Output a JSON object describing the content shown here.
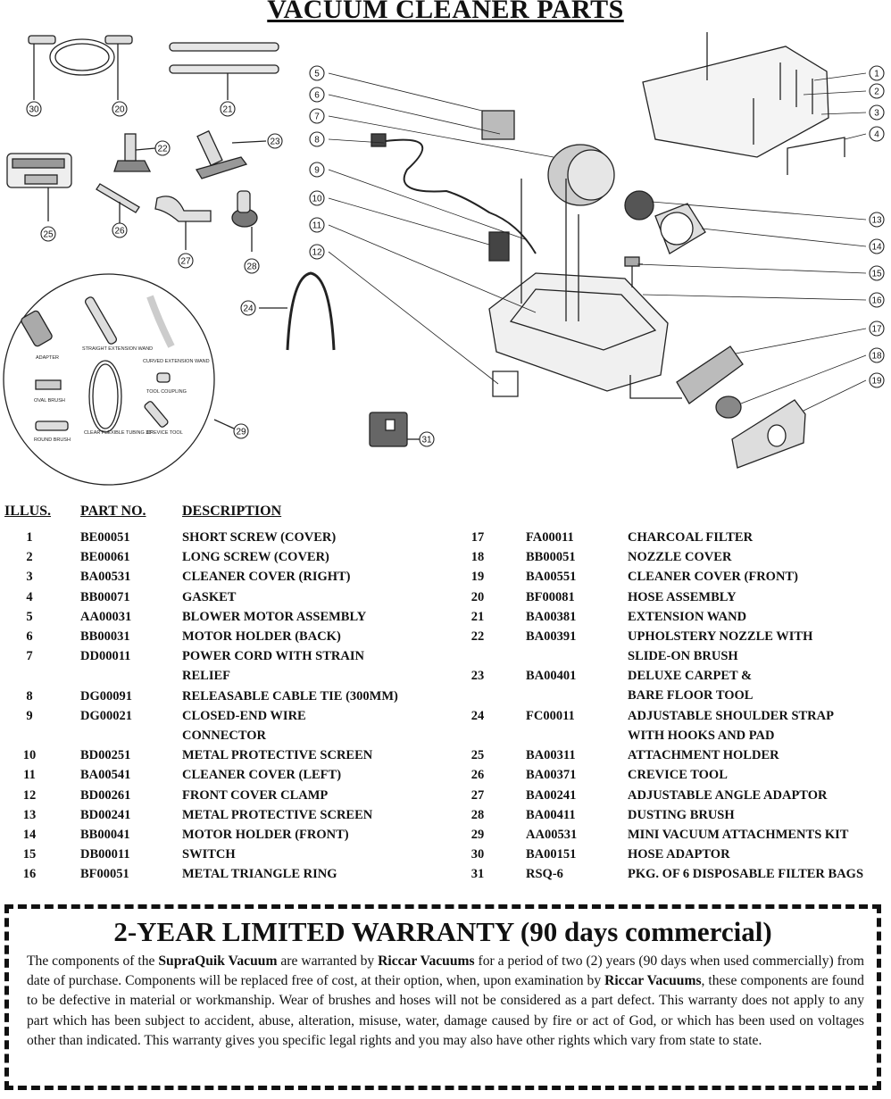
{
  "title": "VACUUM CLEANER PARTS",
  "kit_labels": {
    "adapter": "ADAPTER",
    "straight_wand": "STRAIGHT EXTENSION WAND",
    "curved_wand": "CURVED EXTENSION WAND",
    "oval_brush": "OVAL BRUSH",
    "tool_coupling": "TOOL COUPLING",
    "round_brush": "ROUND BRUSH",
    "clear_tubing": "CLEAR FLEXIBLE TUBING 36\"",
    "crevice_tool": "CREVICE TOOL"
  },
  "table": {
    "headers": {
      "illus": "ILLUS.",
      "part_no": "PART NO.",
      "description": "DESCRIPTION"
    },
    "left": [
      {
        "n": "1",
        "part": "BE00051",
        "desc": "SHORT SCREW (COVER)",
        "desc2": ""
      },
      {
        "n": "2",
        "part": "BE00061",
        "desc": "LONG SCREW (COVER)",
        "desc2": ""
      },
      {
        "n": "3",
        "part": "BA00531",
        "desc": "CLEANER COVER (RIGHT)",
        "desc2": ""
      },
      {
        "n": "4",
        "part": "BB00071",
        "desc": "GASKET",
        "desc2": ""
      },
      {
        "n": "5",
        "part": "AA00031",
        "desc": "BLOWER MOTOR ASSEMBLY",
        "desc2": ""
      },
      {
        "n": "6",
        "part": "BB00031",
        "desc": "MOTOR HOLDER (BACK)",
        "desc2": ""
      },
      {
        "n": "7",
        "part": "DD00011",
        "desc": "POWER CORD WITH STRAIN",
        "desc2": "RELIEF"
      },
      {
        "n": "8",
        "part": "DG00091",
        "desc": "RELEASABLE CABLE TIE (300MM)",
        "desc2": ""
      },
      {
        "n": "9",
        "part": "DG00021",
        "desc": "CLOSED-END WIRE",
        "desc2": "CONNECTOR"
      },
      {
        "n": "10",
        "part": "BD00251",
        "desc": "METAL PROTECTIVE SCREEN",
        "desc2": ""
      },
      {
        "n": "11",
        "part": "BA00541",
        "desc": "CLEANER COVER (LEFT)",
        "desc2": ""
      },
      {
        "n": "12",
        "part": "BD00261",
        "desc": "FRONT COVER CLAMP",
        "desc2": ""
      },
      {
        "n": "13",
        "part": "BD00241",
        "desc": "METAL PROTECTIVE SCREEN",
        "desc2": ""
      },
      {
        "n": "14",
        "part": "BB00041",
        "desc": "MOTOR HOLDER (FRONT)",
        "desc2": ""
      },
      {
        "n": "15",
        "part": "DB00011",
        "desc": "SWITCH",
        "desc2": ""
      },
      {
        "n": "16",
        "part": "BF00051",
        "desc": "METAL TRIANGLE RING",
        "desc2": ""
      }
    ],
    "right": [
      {
        "n": "17",
        "part": "FA00011",
        "desc": "CHARCOAL FILTER",
        "desc2": ""
      },
      {
        "n": "18",
        "part": "BB00051",
        "desc": "NOZZLE COVER",
        "desc2": ""
      },
      {
        "n": "19",
        "part": "BA00551",
        "desc": "CLEANER COVER (FRONT)",
        "desc2": ""
      },
      {
        "n": "20",
        "part": "BF00081",
        "desc": "HOSE ASSEMBLY",
        "desc2": ""
      },
      {
        "n": "21",
        "part": "BA00381",
        "desc": "EXTENSION WAND",
        "desc2": ""
      },
      {
        "n": "22",
        "part": "BA00391",
        "desc": "UPHOLSTERY NOZZLE WITH",
        "desc2": "SLIDE-ON BRUSH"
      },
      {
        "n": "23",
        "part": "BA00401",
        "desc": "DELUXE CARPET &",
        "desc2": "BARE FLOOR TOOL"
      },
      {
        "n": "24",
        "part": "FC00011",
        "desc": "ADJUSTABLE SHOULDER STRAP",
        "desc2": "WITH HOOKS AND PAD"
      },
      {
        "n": "25",
        "part": "BA00311",
        "desc": "ATTACHMENT HOLDER",
        "desc2": ""
      },
      {
        "n": "26",
        "part": "BA00371",
        "desc": "CREVICE TOOL",
        "desc2": ""
      },
      {
        "n": "27",
        "part": "BA00241",
        "desc": "ADJUSTABLE ANGLE ADAPTOR",
        "desc2": ""
      },
      {
        "n": "28",
        "part": "BA00411",
        "desc": "DUSTING BRUSH",
        "desc2": ""
      },
      {
        "n": "29",
        "part": "AA00531",
        "desc": "MINI VACUUM ATTACHMENTS KIT",
        "desc2": ""
      },
      {
        "n": "30",
        "part": "BA00151",
        "desc": "HOSE ADAPTOR",
        "desc2": ""
      },
      {
        "n": "31",
        "part": "RSQ-6",
        "desc": "PKG. OF 6 DISPOSABLE FILTER BAGS",
        "desc2": ""
      }
    ]
  },
  "warranty": {
    "title": "2-YEAR LIMITED WARRANTY (90 days commercial)",
    "t1": "The components of the ",
    "b1": "SupraQuik Vacuum",
    "t2": " are warranted by ",
    "b2": "Riccar Vacuums",
    "t3": " for a period of two (2) years (90 days when used commercially) from date of purchase. Components will be replaced free of cost, at their option, when, upon examination by ",
    "b3": "Riccar Vacuums",
    "t4": ", these components are found to be defective in material or workmanship. Wear of brushes and hoses will not be considered as a part defect. This warranty does not apply to any part which has been subject to accident, abuse, alteration, misuse, water, damage caused by fire or act of God, or which has been used on voltages other than indicated. This warranty gives you specific legal rights and you may also have other rights which vary from state to state."
  }
}
